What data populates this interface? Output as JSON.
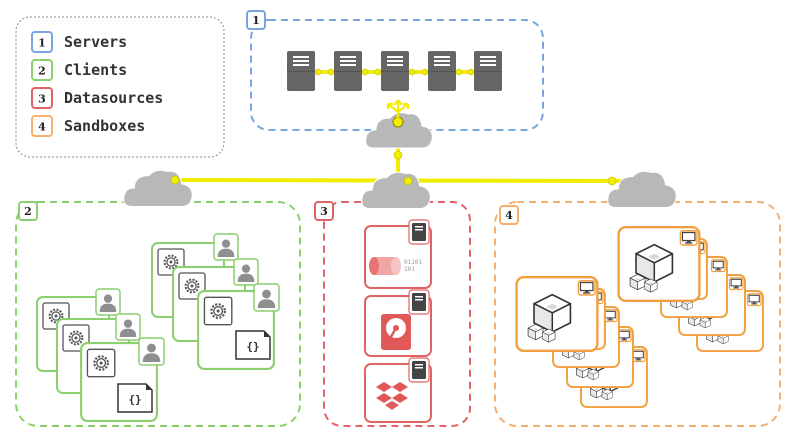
{
  "legend": {
    "items": [
      {
        "number": "1",
        "label": "Servers",
        "color": "#7aa5e0"
      },
      {
        "number": "2",
        "label": "Clients",
        "color": "#8ccf6f"
      },
      {
        "number": "3",
        "label": "Datasources",
        "color": "#e06464"
      },
      {
        "number": "4",
        "label": "Sandboxes",
        "color": "#f5b070"
      }
    ]
  },
  "zones": {
    "servers": {
      "number": "1"
    },
    "clients": {
      "number": "2"
    },
    "datasources": {
      "number": "3"
    },
    "sandboxes": {
      "number": "4"
    }
  },
  "datasource_cards": {
    "disk_text": "01101\n101"
  },
  "client_cards": {
    "code_brace": "{}"
  },
  "colors": {
    "connector": "#f2ec00",
    "cloud": "#b8b8b8",
    "server": "#666666",
    "client_border": "#8ccf6f",
    "datasource_border": "#e06464",
    "sandbox_border": "#f0a040"
  }
}
